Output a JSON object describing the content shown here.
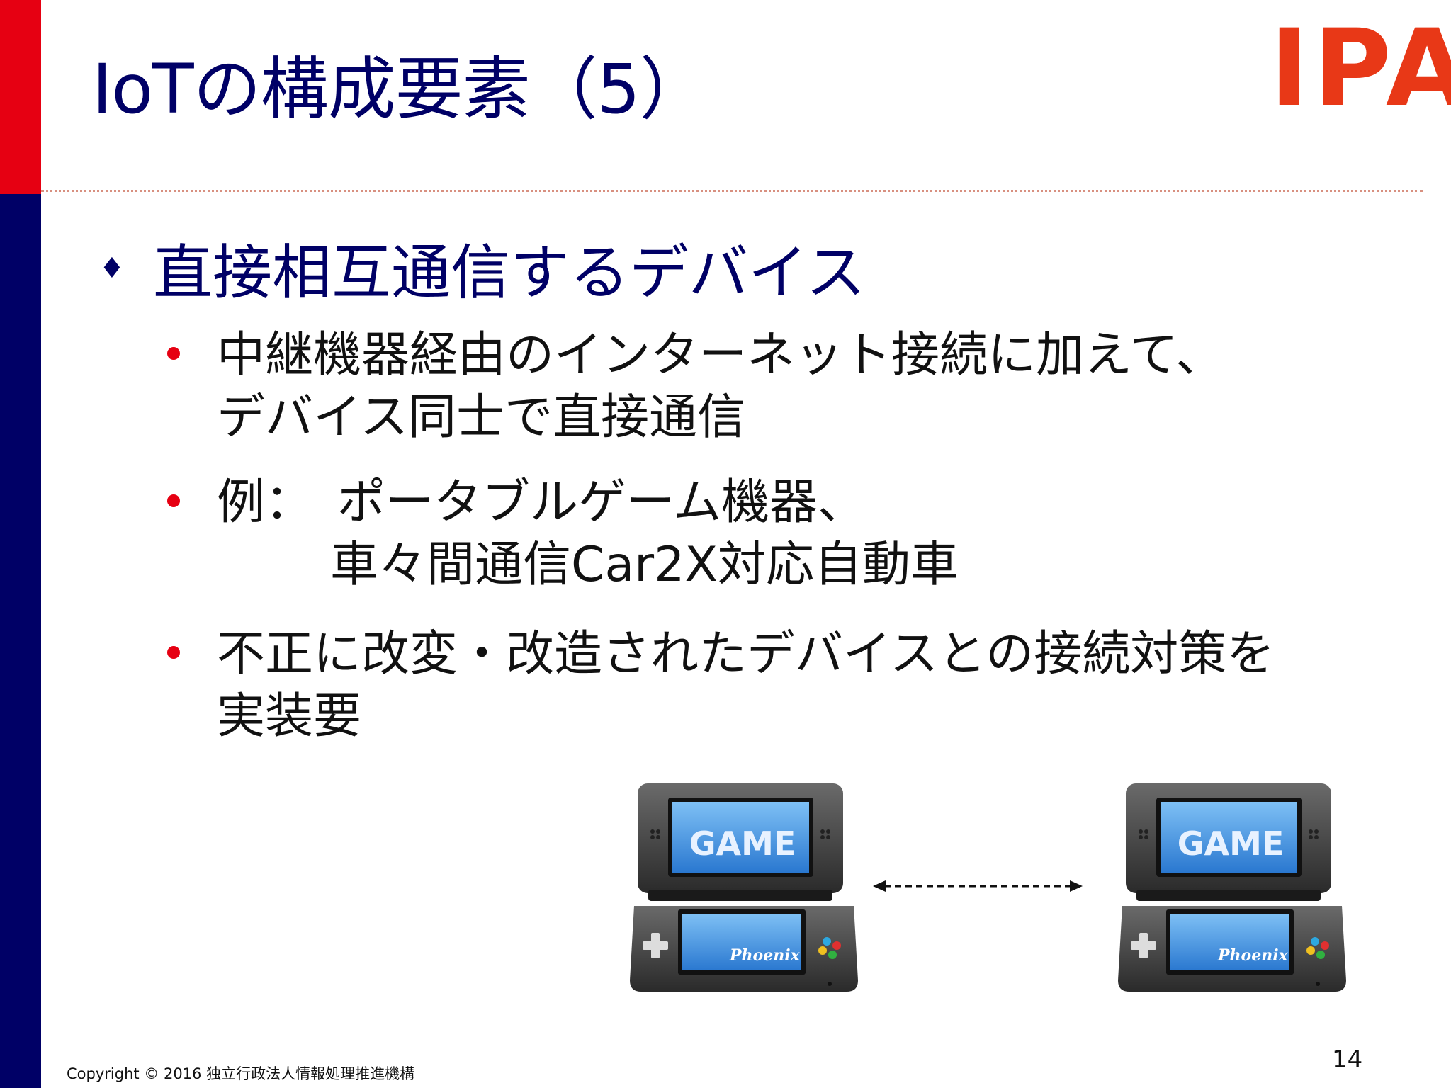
{
  "slide": {
    "title": "IoTの構成要素（5）",
    "logo": "IPA",
    "bullet_main": "直接相互通信するデバイス",
    "sub1_line1": "中継機器経由のインターネット接続に加えて、",
    "sub1_line2": "デバイス同士で直接通信",
    "sub2_line1": "例：　ポータブルゲーム機器、",
    "sub2_line2": "車々間通信Car2X対応自動車",
    "sub3_line1": "不正に改変・改造されたデバイスとの接続対策を",
    "sub3_line2": "実装要",
    "device_screen_text": "GAME",
    "device_brand_text": "Phoenix",
    "footer": "Copyright © 2016 独立行政法人情報処理推進機構",
    "page_number": "14"
  },
  "colors": {
    "accent_red": "#e60012",
    "navy": "#000066",
    "logo_red": "#e83817",
    "screen_blue": "#3a8fe0"
  }
}
